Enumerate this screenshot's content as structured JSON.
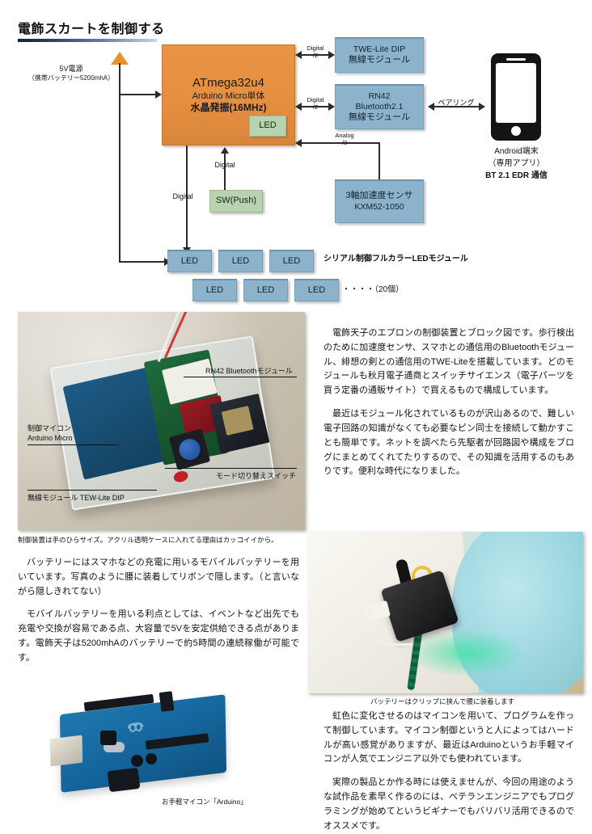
{
  "title": "電飾スカートを制御する",
  "diagram": {
    "power_label_line1": "5V電源",
    "power_label_line2": "（携帯バッテリー5200mhA）",
    "mcu": {
      "line1": "ATmega32u4",
      "line2": "Arduino Micro単体",
      "line3": "水晶発振(16MHz)",
      "led_badge": "LED"
    },
    "twelite": {
      "line1": "TWE-Lite DIP",
      "line2": "無線モジュール"
    },
    "rn42": {
      "line1": "RN42",
      "line2": "Bluetooth2.1",
      "line3": "無線モジュール"
    },
    "sensor": {
      "line1": "3軸加速度センサ",
      "line2": "KXM52-1050"
    },
    "switch": {
      "line1": "SW(Push)"
    },
    "phone": {
      "cap_line1": "Android端末",
      "cap_line2": "（専用アプリ）",
      "cap_line3": "BT 2.1 EDR 通信"
    },
    "bus_labels": {
      "digital2_a_top": "Digital",
      "digital2_a_bot": "/2",
      "digital2_b_top": "Digital",
      "digital2_b_bot": "/2",
      "analog_top": "Analog",
      "analog_bot": "/3",
      "pairing": "ペアリング",
      "digital_sw": "Digital",
      "digital_led": "Digital"
    },
    "leds": [
      "LED",
      "LED",
      "LED",
      "LED",
      "LED",
      "LED"
    ],
    "led_note": "シリアル制御フルカラーLEDモジュール",
    "led_count_note": "・・・・（20個）"
  },
  "photo1": {
    "annotations": {
      "rn42": "RN42 Bluetoothモジュール",
      "micro_line1": "制御マイコン",
      "micro_line2": "Arduino Micro",
      "mode_sw": "モード切り替えスイッチ",
      "twelite": "無線モジュール TEW-Lite DIP"
    },
    "caption": "制御装置は手のひらサイズ。アクリル透明ケースに入れてる理由はカッコイイから。"
  },
  "photo2": {
    "caption": "バッテリーはクリップに挟んで腰に装着します"
  },
  "photo3": {
    "caption": "お手軽マイコン「Arduino」"
  },
  "text_right_top": {
    "p1": "電飾天子のエプロンの制御装置とブロック図です。歩行検出のために加速度センサ、スマホとの通信用のBluetoothモジュール、緋想の剣との通信用のTWE-Liteを搭載しています。どのモジュールも秋月電子通商とスイッチサイエンス（電子パーツを買う定番の通販サイト）で買えるもので構成しています。",
    "p2": "最近はモジュール化されているものが沢山あるので、難しい電子回路の知識がなくても必要なピン同士を接続して動かすことも簡単です。ネットを調べたら先駆者が回路図や構成をブログにまとめてくれてたりするので、その知識を活用するのもありです。便利な時代になりました。"
  },
  "text_left_mid": {
    "p1": "バッテリーにはスマホなどの充電に用いるモバイルバッテリーを用いています。写真のように腰に装着してリボンで隠します。（と言いながら隠しきれてない）",
    "p2": "モバイルバッテリーを用いる利点としては、イベントなど出先でも充電や交換が容易である点、大容量で5Vを安定供給できる点があります。電飾天子は5200mhAのバッテリーで約5時間の連続稼働が可能です。"
  },
  "text_right_bottom": {
    "p1": "虹色に変化させるのはマイコンを用いて、プログラムを作って制御しています。マイコン制御というと人によってはハードルが高い感覚がありますが、最近はArduinoというお手軽マイコンが人気でエンジニア以外でも使われています。",
    "p2": "実際の製品とか作る時には使えませんが、今回の用途のような試作品を素早く作るのには、ベテランエンジニアでもプログラミングが始めてというビギナーでもバリバリ活用できるのでオススメです。"
  },
  "colors": {
    "mcu_orange": "#e5903f",
    "module_blue": "#8db3cc",
    "switch_green": "#b9d2b0",
    "line": "#2b2b2b",
    "title_rule_dark": "#10213f"
  }
}
